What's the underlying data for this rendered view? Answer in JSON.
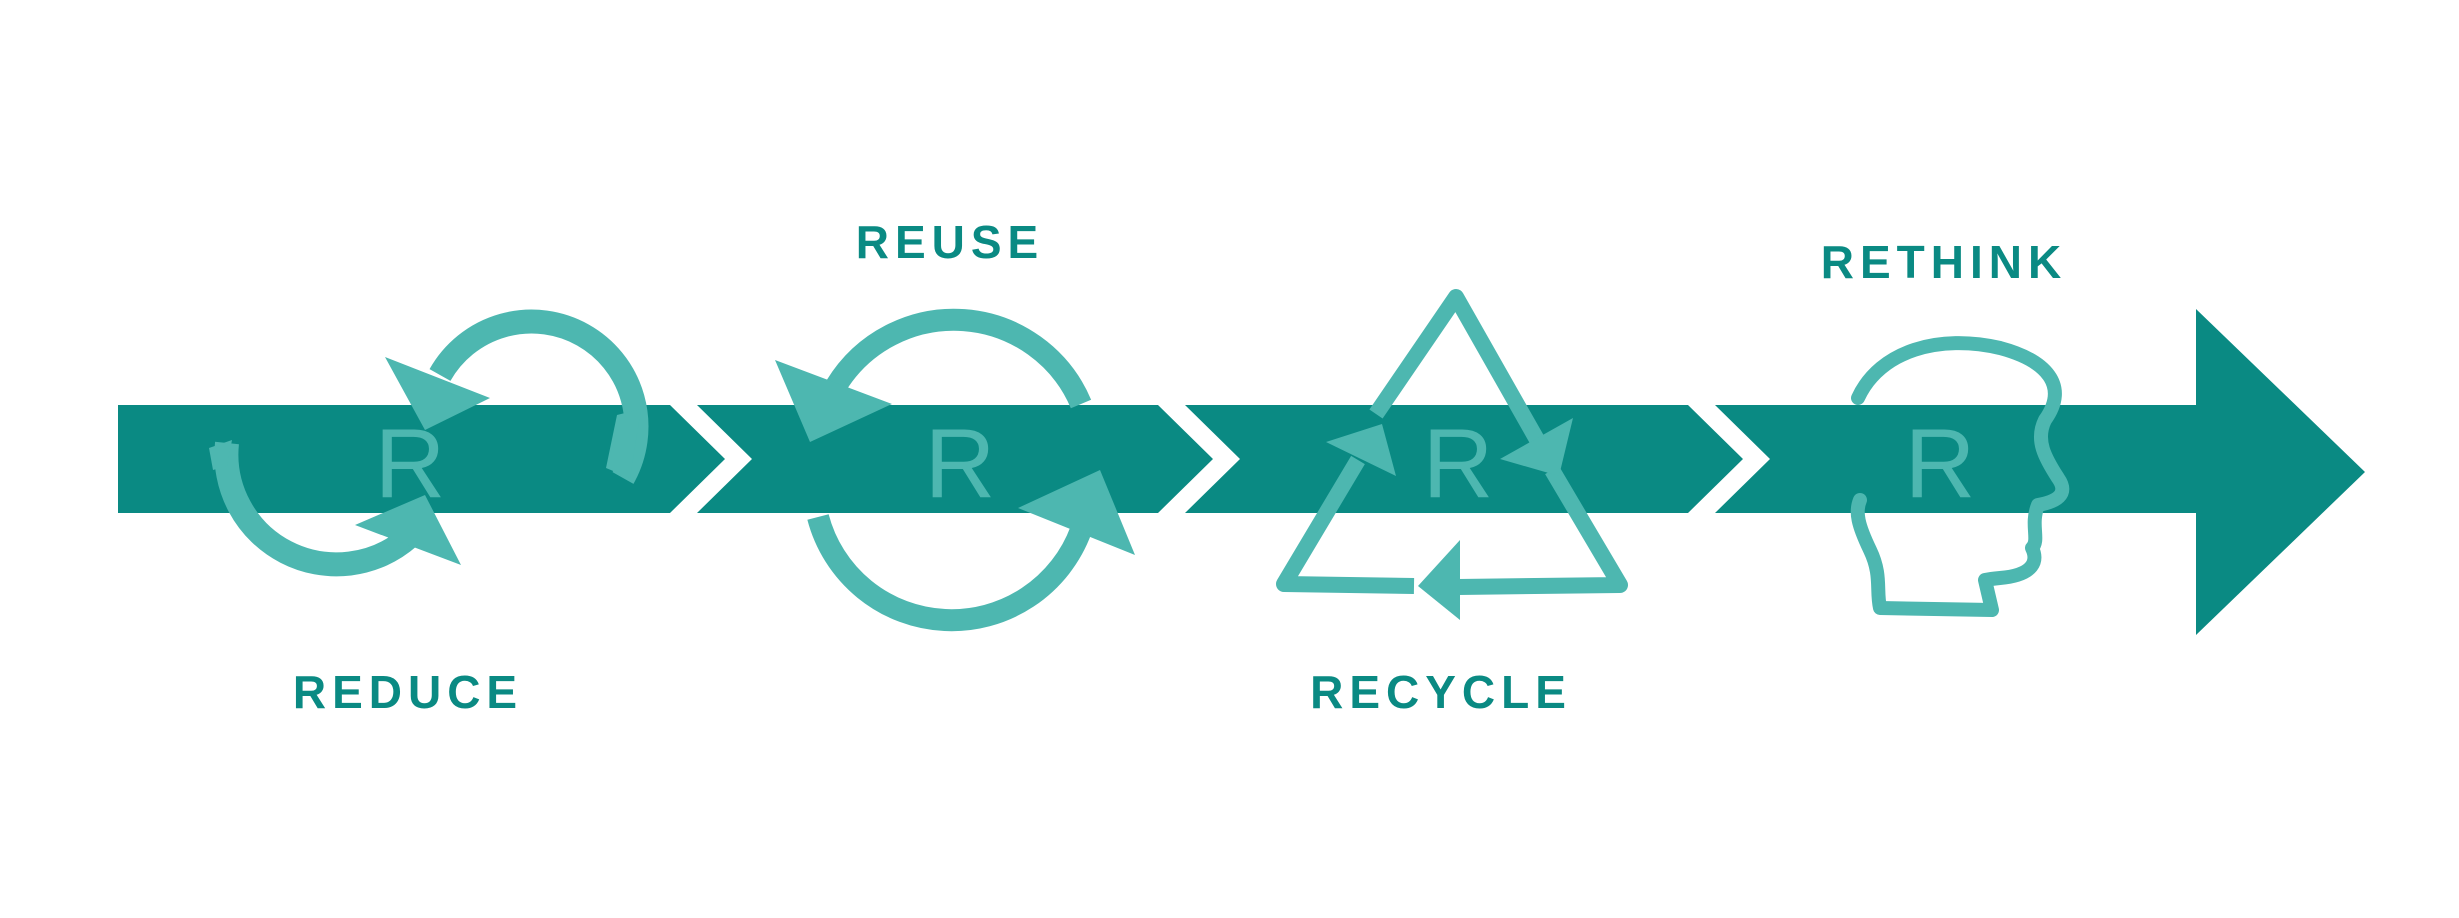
{
  "colors": {
    "band": "#0a8a83",
    "icon": "#4db7b0",
    "label": "#0a8a83",
    "background": "#ffffff"
  },
  "steps": [
    {
      "label": "REDUCE",
      "letter": "R",
      "icon": "reduce-cycle-arrows-icon"
    },
    {
      "label": "REUSE",
      "letter": "R",
      "icon": "reuse-circular-arrows-icon"
    },
    {
      "label": "RECYCLE",
      "letter": "R",
      "icon": "recycle-triangle-arrows-icon"
    },
    {
      "label": "RETHINK",
      "letter": "R",
      "icon": "head-profile-icon"
    }
  ]
}
